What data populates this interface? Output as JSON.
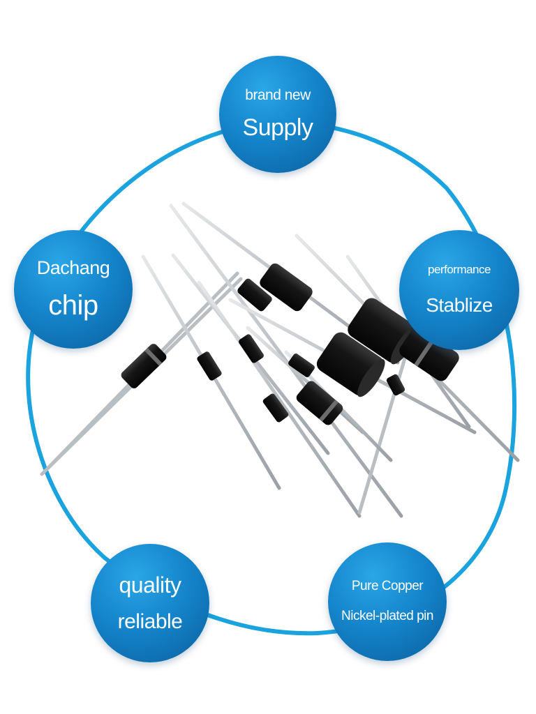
{
  "colors": {
    "ring": "#1aa3df",
    "bubble_accent": "#1585cc",
    "diode_body": "#141414",
    "lead": "#c4c8cc"
  },
  "bubbles": {
    "top": {
      "line1": "brand new",
      "line2": "Supply"
    },
    "left": {
      "line1": "Dachang",
      "line2": "chip"
    },
    "right": {
      "line1": "performance",
      "line2": "Stablize"
    },
    "bottom_left": {
      "line1": "quality",
      "line2": "reliable"
    },
    "bottom_right": {
      "line1": "Pure Copper",
      "line2": "Nickel-plated pin"
    }
  }
}
